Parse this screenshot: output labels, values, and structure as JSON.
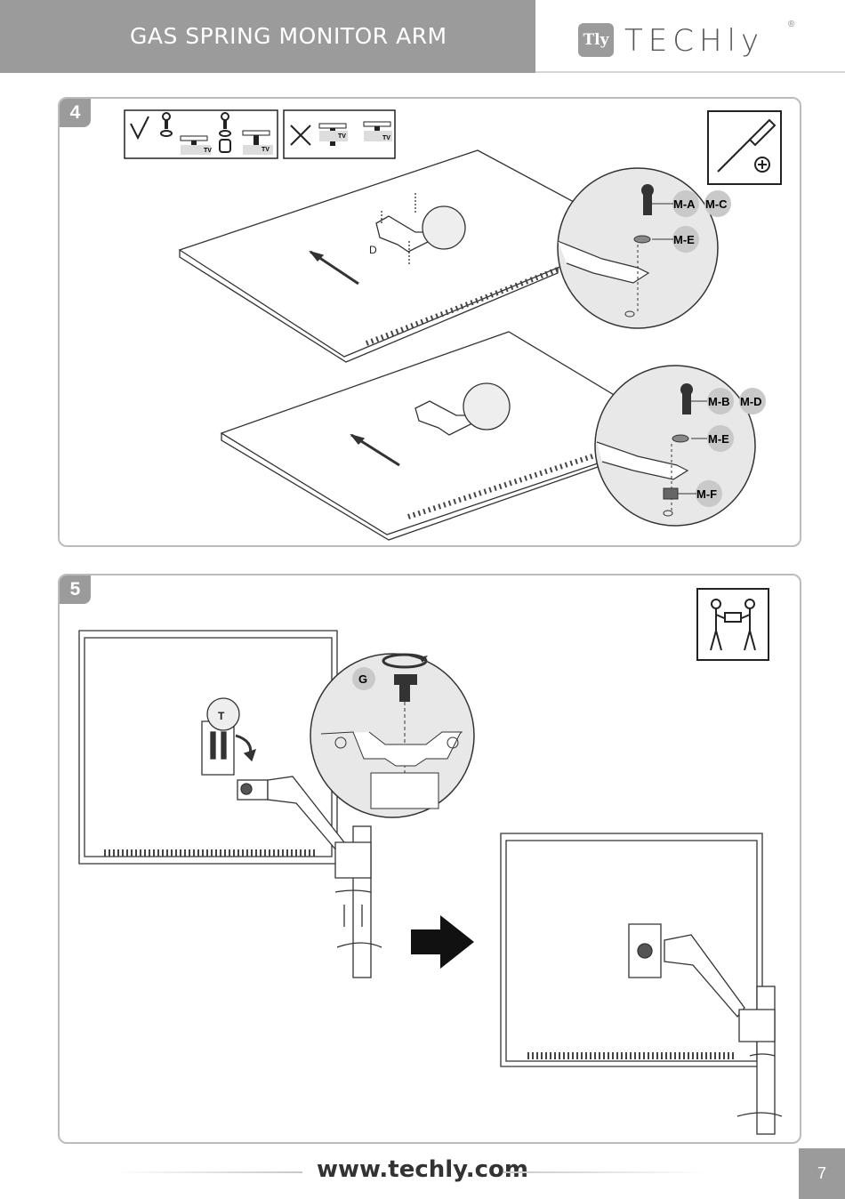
{
  "header": {
    "title": "GAS SPRING MONITOR ARM"
  },
  "logo": {
    "badge": "Tly",
    "word": "TECHly",
    "reg": "®"
  },
  "step4": {
    "number": "4",
    "labels": {
      "ma": "M-A",
      "mc": "M-C",
      "me": "M-E",
      "mb": "M-B",
      "md": "M-D",
      "me2": "M-E",
      "mf": "M-F",
      "d": "D",
      "tv": "TV"
    },
    "icon": "screwdriver-icon"
  },
  "step5": {
    "number": "5",
    "labels": {
      "g": "G",
      "t": "T"
    },
    "icon": "two-person-lift-icon"
  },
  "footer": {
    "url": "www.techly.com",
    "page": "7"
  },
  "colors": {
    "gray": "#9b9b9b",
    "badge_bg": "#c9c9c9",
    "border": "#bcbcbc"
  }
}
